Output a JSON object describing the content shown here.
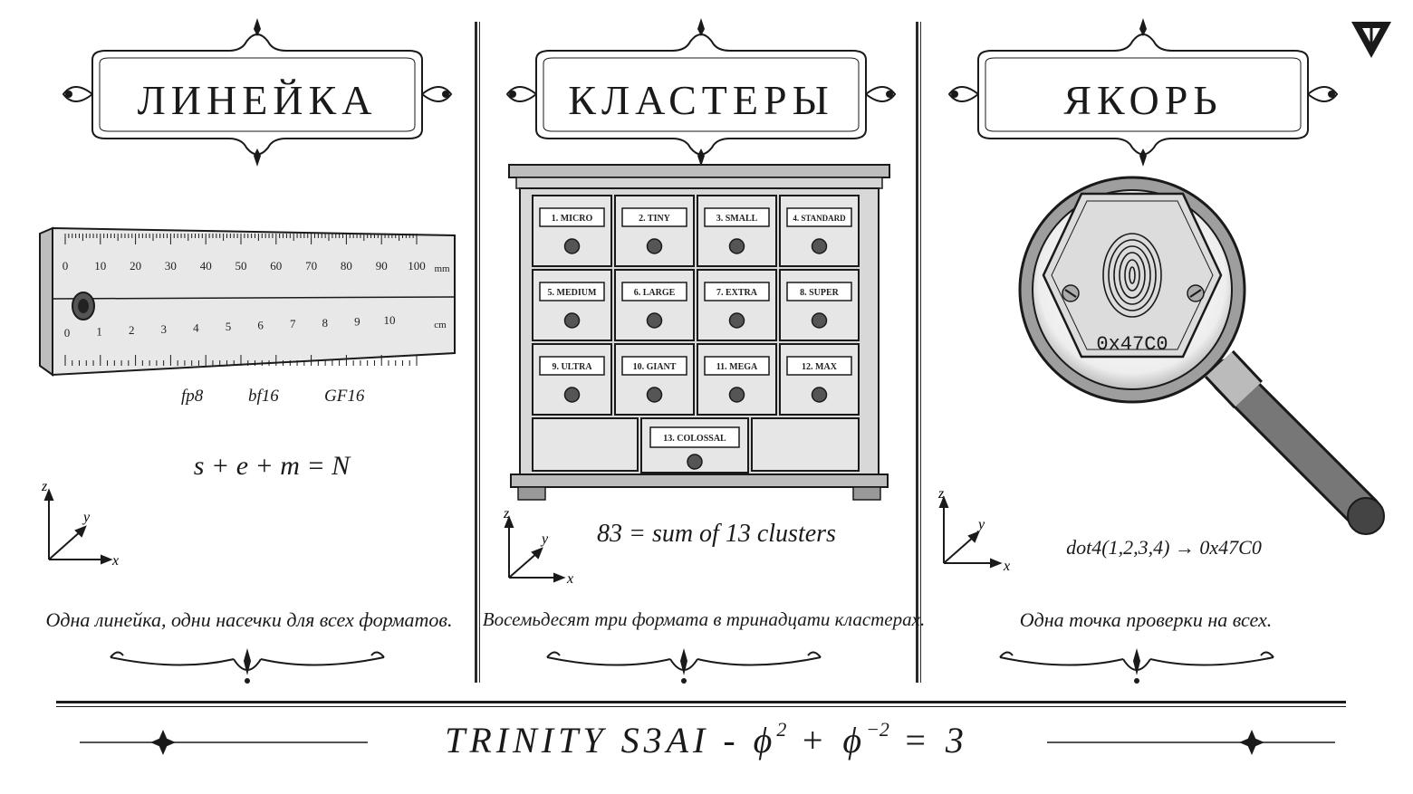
{
  "panels": [
    {
      "title": "ЛИНЕЙКА",
      "ruler": {
        "mm_labels": [
          "0",
          "10",
          "20",
          "30",
          "40",
          "50",
          "60",
          "70",
          "80",
          "90",
          "100"
        ],
        "mm_unit": "mm",
        "cm_labels": [
          "0",
          "1",
          "2",
          "3",
          "4",
          "5",
          "6",
          "7",
          "8",
          "9",
          "10"
        ],
        "cm_unit": "cm"
      },
      "formats": [
        "fp8",
        "bf16",
        "GF16"
      ],
      "formula": "s + e + m = N",
      "axis": {
        "z": "z",
        "y": "y",
        "x": "x"
      },
      "caption": "Одна линейка, одни насечки для всех форматов."
    },
    {
      "title": "КЛАСТЕРЫ",
      "drawers": [
        "1. MICRO",
        "2. TINY",
        "3. SMALL",
        "4. STANDARD",
        "5. MEDIUM",
        "6. LARGE",
        "7. EXTRA",
        "8. SUPER",
        "9. ULTRA",
        "10. GIANT",
        "11. MEGA",
        "12. MAX",
        "13. COLOSSAL"
      ],
      "formula": "83 = sum of 13 clusters",
      "axis": {
        "z": "z",
        "y": "y",
        "x": "x"
      },
      "caption": "Восемьдесят три формата в тринадцати кластерах."
    },
    {
      "title": "ЯКОРЬ",
      "plate_value": "0x47C0",
      "formula": "dot4(1,2,3,4) → 0x47C0",
      "axis": {
        "z": "z",
        "y": "y",
        "x": "x"
      },
      "caption": "Одна точка проверки на всех."
    }
  ],
  "footer": {
    "main": "TRINITY S3AI - ϕ",
    "exp1": "2",
    "plus": " + ϕ",
    "exp2": "−2",
    "eq": " = 3"
  },
  "icons": {
    "logo": "triangle-logo-icon"
  },
  "colors": {
    "ink": "#1a1a1a",
    "paper": "#ffffff"
  }
}
